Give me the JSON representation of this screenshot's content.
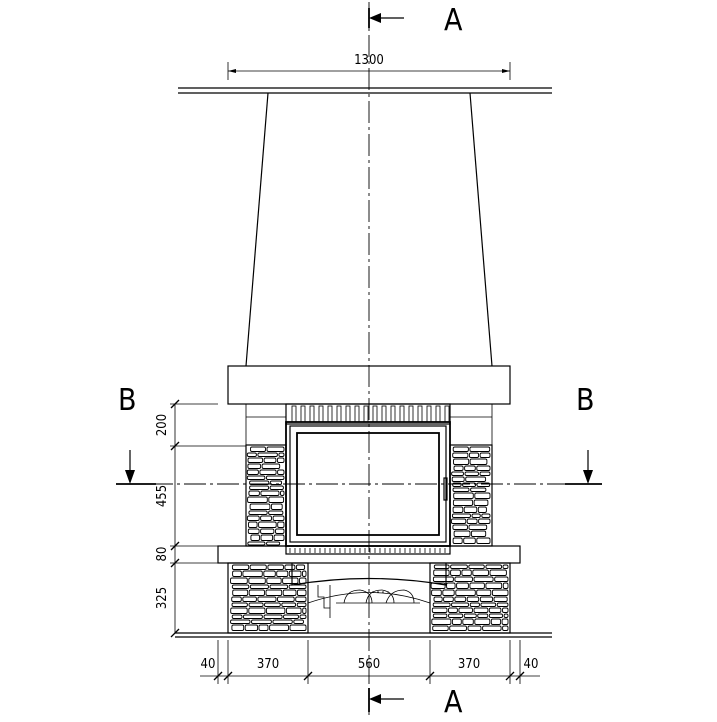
{
  "section_markers": {
    "a_label": "A",
    "b_label": "B"
  },
  "dimensions": {
    "overall_width": "1300",
    "vertical": [
      "200",
      "455",
      "80",
      "325"
    ],
    "horizontal": [
      "40",
      "370",
      "560",
      "370",
      "40"
    ]
  },
  "colors": {
    "line": "#000000",
    "background": "#ffffff"
  }
}
